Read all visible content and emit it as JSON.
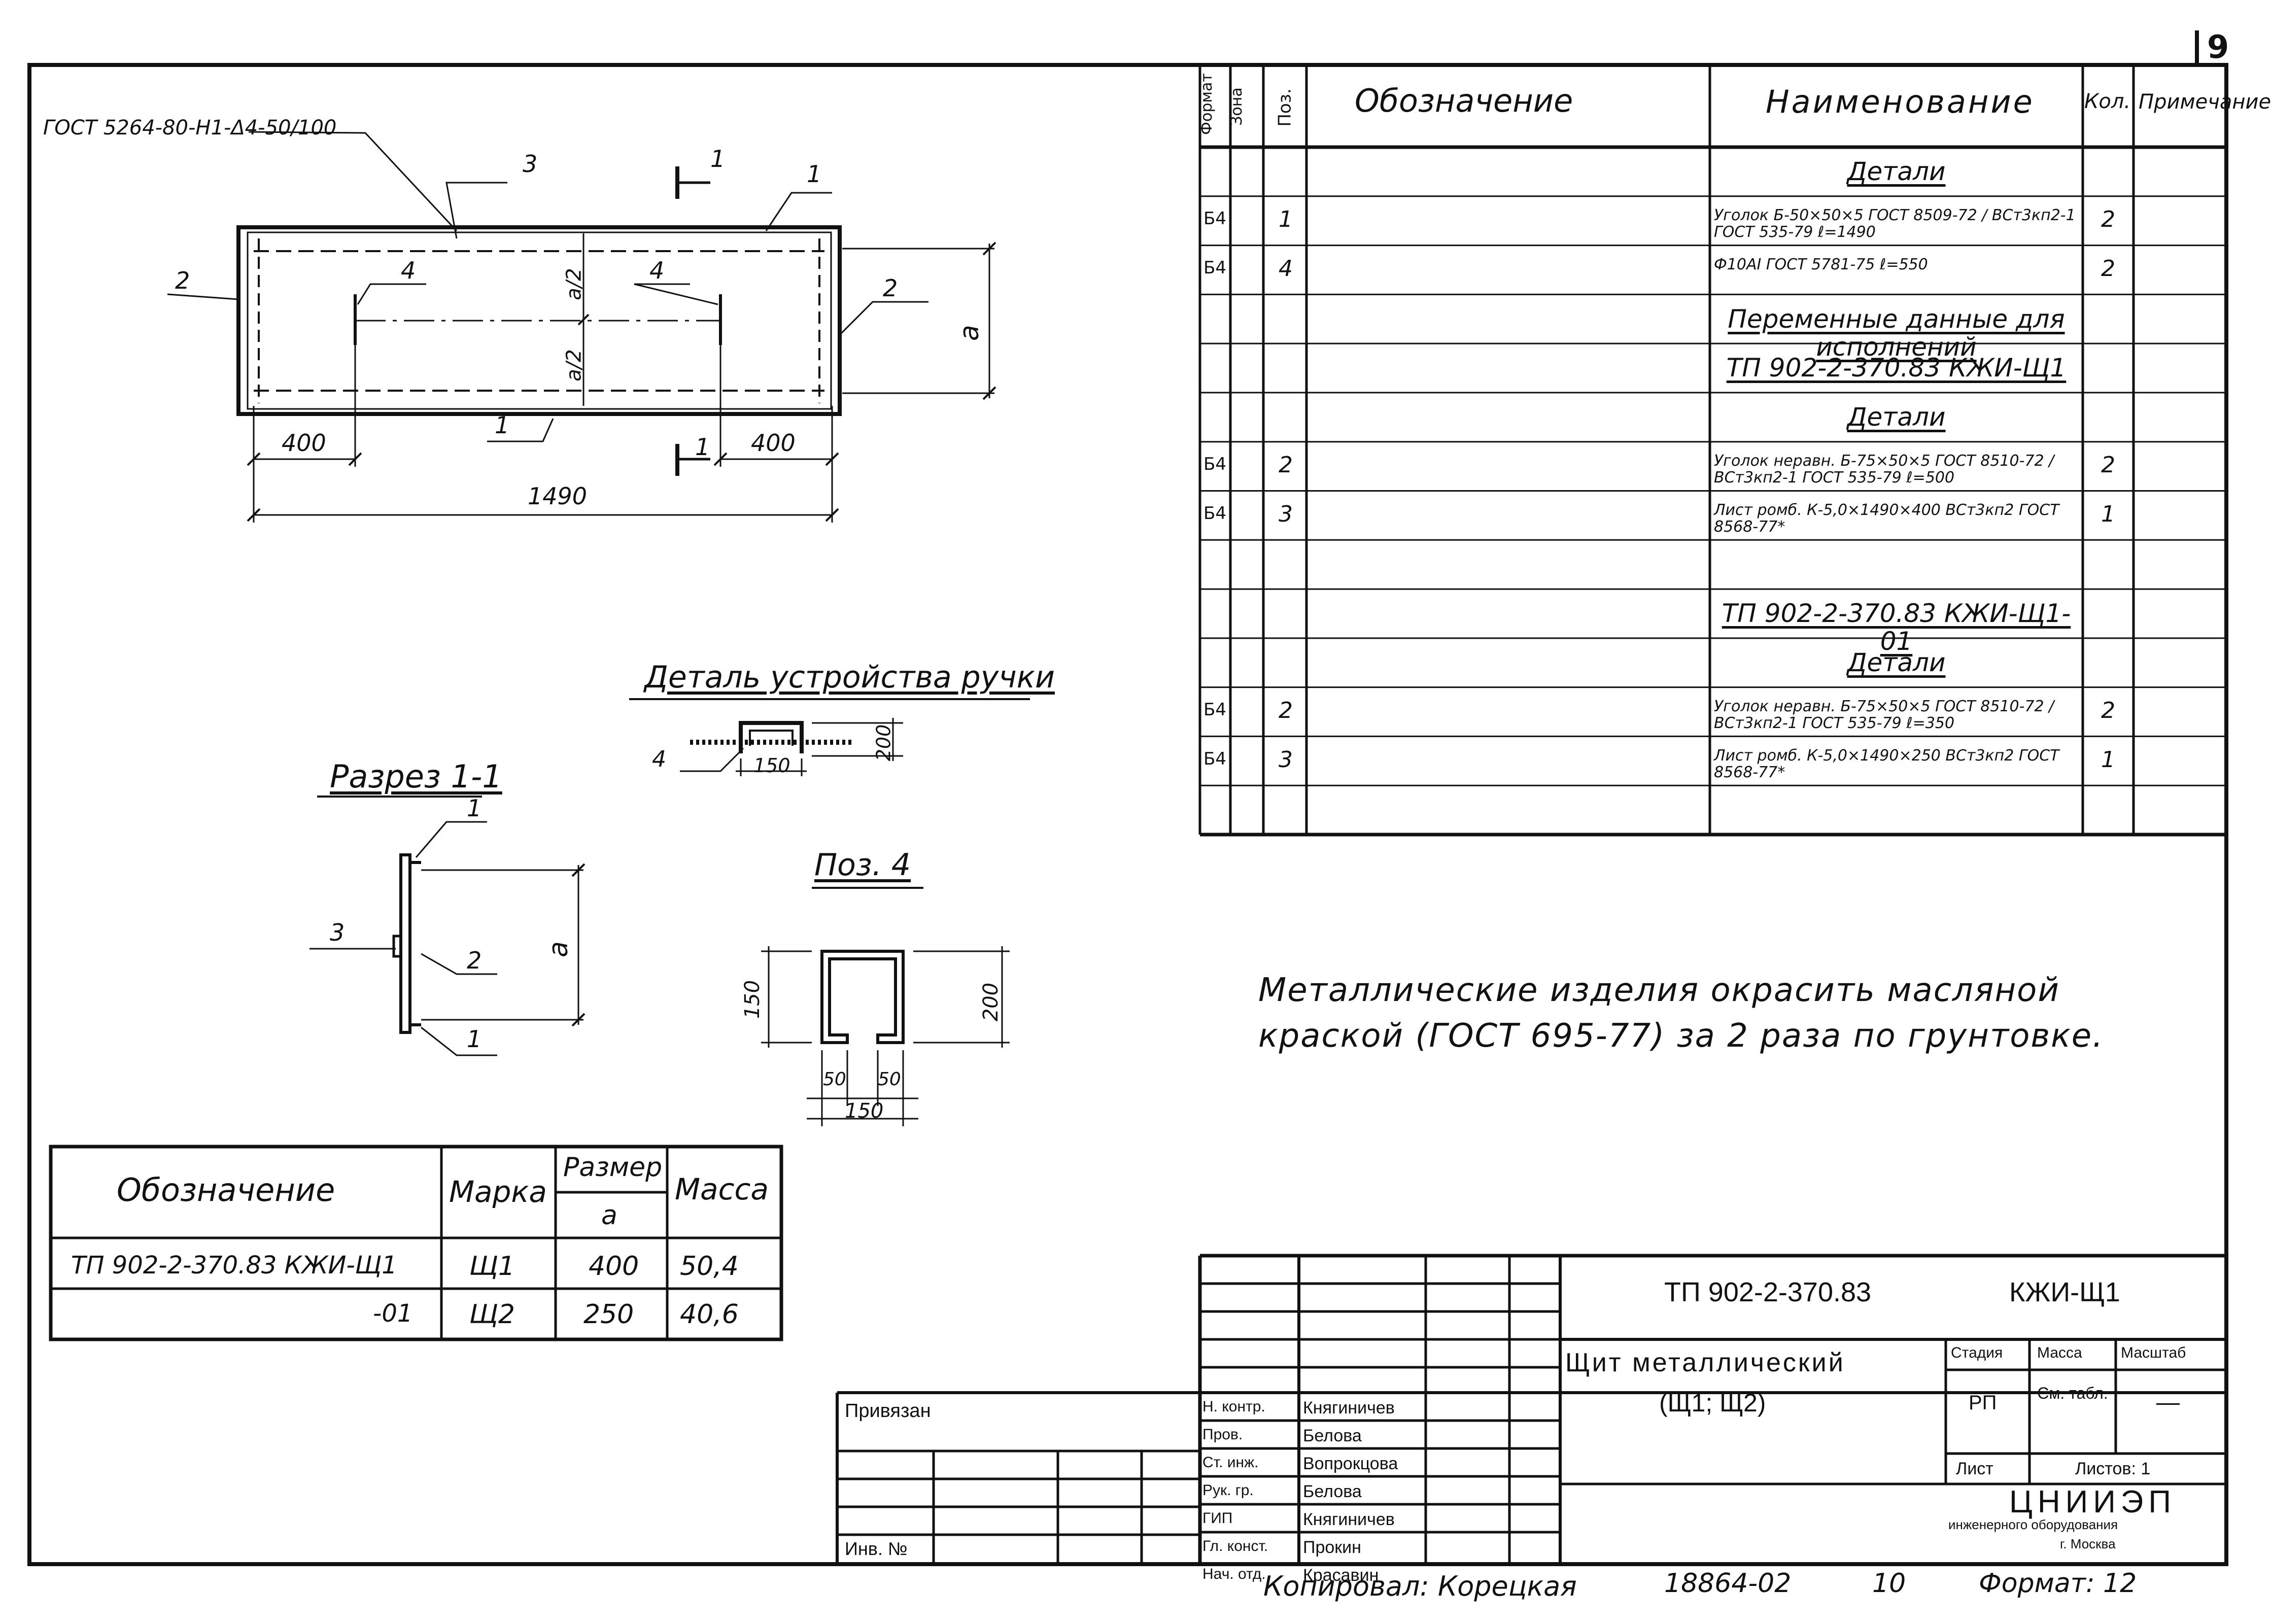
{
  "page_number": "9",
  "drawing": {
    "gost_label": "ГОСТ 5264-80-Н1-Δ4-50/100",
    "callouts": {
      "c1": "1",
      "c2": "1",
      "c3": "3",
      "c4a": "4",
      "c4b": "4",
      "c2l": "2",
      "c2r": "2"
    },
    "section_mark": "1",
    "dim_a2_top": "a/2",
    "dim_a2_bottom": "a/2",
    "dim_a": "a",
    "dim_400_left": "400",
    "dim_400_right": "400",
    "dim_1490": "1490"
  },
  "handle_detail": {
    "title": "Деталь устройства ручки",
    "callout": "4",
    "dim_150": "150",
    "dim_200": "200"
  },
  "section": {
    "title": "Разрез 1-1",
    "c1": "1",
    "c2": "2",
    "c3": "3",
    "c1b": "1",
    "dim_a": "a"
  },
  "pos4": {
    "title": "Поз. 4",
    "dim_150": "150",
    "dim_200": "200",
    "dim_50a": "50",
    "dim_50b": "50",
    "dim_150b": "150"
  },
  "spec": {
    "headers": {
      "format": "Формат",
      "zone": "Зона",
      "pos": "Поз.",
      "designation": "Обозначение",
      "name": "Наименование",
      "qty": "Кол.",
      "note": "Примечание"
    },
    "rows": [
      {
        "pos": "",
        "fmt": "",
        "name": "Детали",
        "qty": "",
        "kind": "head"
      },
      {
        "pos": "1",
        "fmt": "Б4",
        "name": "Уголок Б-50×50×5 ГОСТ 8509-72 / ВСт3кп2-1 ГОСТ 535-79 ℓ=1490",
        "qty": "2",
        "kind": "row"
      },
      {
        "pos": "4",
        "fmt": "Б4",
        "name": "Ф10АI ГОСТ 5781-75 ℓ=550",
        "qty": "2",
        "kind": "row"
      },
      {
        "pos": "",
        "fmt": "",
        "name": "Переменные данные для исполнений",
        "qty": "",
        "kind": "head"
      },
      {
        "pos": "",
        "fmt": "",
        "name": "ТП 902-2-370.83    КЖИ-Щ1",
        "qty": "",
        "kind": "head"
      },
      {
        "pos": "",
        "fmt": "",
        "name": "Детали",
        "qty": "",
        "kind": "head"
      },
      {
        "pos": "2",
        "fmt": "Б4",
        "name": "Уголок неравн. Б-75×50×5 ГОСТ 8510-72 / ВСт3кп2-1 ГОСТ 535-79 ℓ=500",
        "qty": "2",
        "kind": "row"
      },
      {
        "pos": "3",
        "fmt": "Б4",
        "name": "Лист ромб. К-5,0×1490×400 ВСт3кп2 ГОСТ 8568-77*",
        "qty": "1",
        "kind": "row"
      },
      {
        "pos": "",
        "fmt": "",
        "name": "",
        "qty": "",
        "kind": "row"
      },
      {
        "pos": "",
        "fmt": "",
        "name": "ТП 902-2-370.83  КЖИ-Щ1-01",
        "qty": "",
        "kind": "head"
      },
      {
        "pos": "",
        "fmt": "",
        "name": "Детали",
        "qty": "",
        "kind": "head"
      },
      {
        "pos": "2",
        "fmt": "Б4",
        "name": "Уголок неравн. Б-75×50×5 ГОСТ 8510-72 / ВСт3кп2-1 ГОСТ 535-79 ℓ=350",
        "qty": "2",
        "kind": "row"
      },
      {
        "pos": "3",
        "fmt": "Б4",
        "name": "Лист ромб. К-5,0×1490×250 ВСт3кп2 ГОСТ 8568-77*",
        "qty": "1",
        "kind": "row"
      },
      {
        "pos": "",
        "fmt": "",
        "name": "",
        "qty": "",
        "kind": "row"
      }
    ]
  },
  "note": {
    "line1": "Металлические изделия окрасить масляной",
    "line2": "краской (ГОСТ 695-77) за 2 раза по грунтовке."
  },
  "mass_table": {
    "headers": {
      "designation": "Обозначение",
      "mark": "Марка",
      "size": "Размер",
      "size_sub": "a",
      "mass": "Масса"
    },
    "rows": [
      {
        "designation": "ТП 902-2-370.83    КЖИ-Щ1",
        "mark": "Щ1",
        "size": "400",
        "mass": "50,4"
      },
      {
        "designation": "-01",
        "mark": "Щ2",
        "size": "250",
        "mass": "40,6"
      }
    ]
  },
  "title_block": {
    "code": "ТП 902-2-370.83",
    "mark": "КЖИ-Щ1",
    "title_line1": "Щит металлический",
    "title_line2": "(Щ1; Щ2)",
    "stage_h": "Стадия",
    "mass_h": "Масса",
    "scale_h": "Масштаб",
    "stage": "РП",
    "mass": "См. табл.",
    "scale": "—",
    "sheet": "Лист",
    "sheets": "Листов: 1",
    "org1": "ЦНИИЭП",
    "org2": "инженерного оборудования",
    "org3": "г. Москва",
    "bound": "Привязан",
    "inv": "Инв. №",
    "staff": [
      {
        "role": "Н. контр.",
        "name": "Княгиничев"
      },
      {
        "role": "Пров.",
        "name": "Белова"
      },
      {
        "role": "Ст. инж.",
        "name": "Вопрокцова"
      },
      {
        "role": "Рук. гр.",
        "name": "Белова"
      },
      {
        "role": "ГИП",
        "name": "Княгиничев"
      },
      {
        "role": "Гл. конст.",
        "name": "Прокин"
      },
      {
        "role": "Нач. отд.",
        "name": "Красавин"
      }
    ]
  },
  "footer": {
    "copied": "Копировал: Корецкая",
    "num": "18864-02",
    "sheet": "10",
    "format": "Формат: 12"
  }
}
